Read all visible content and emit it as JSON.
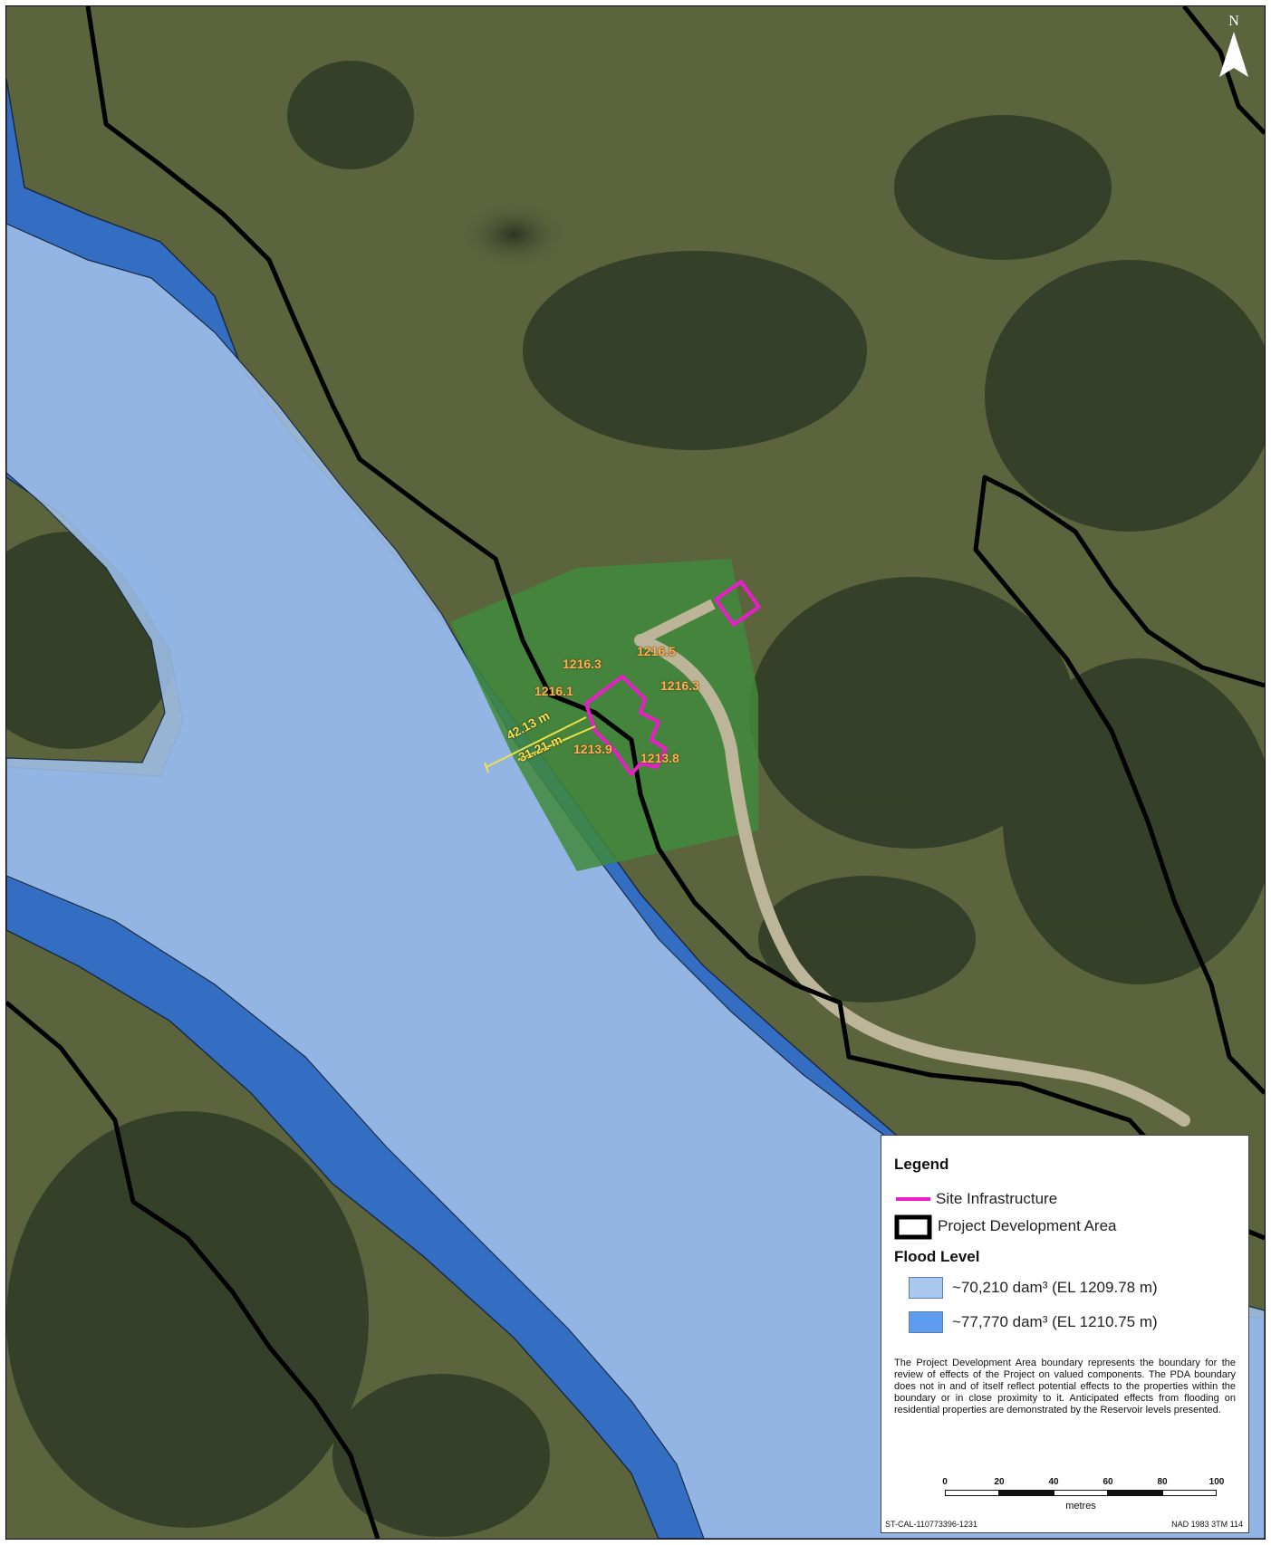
{
  "map": {
    "north_label": "N",
    "elevation_labels": [
      "1216.3",
      "1216.5",
      "1216.1",
      "1216.3",
      "1213.9",
      "1213.8"
    ],
    "distance_labels": [
      "42.13 m",
      "31.21 m"
    ],
    "colors": {
      "flood_light": "#9fbfe8",
      "flood_dark": "#2f6fd0",
      "site_infrastructure": "#e81ec7",
      "pda_boundary": "#000000",
      "elevation_text": "#f3b25b",
      "distance_text": "#f7e64a"
    }
  },
  "legend": {
    "title": "Legend",
    "items": [
      {
        "label": "Site Infrastructure",
        "symbol": "magenta-line"
      },
      {
        "label": "Project Development Area",
        "symbol": "black-outline-box"
      }
    ],
    "flood_title": "Flood Level",
    "flood_items": [
      {
        "label": "~70,210 dam³ (EL 1209.78 m)",
        "color": "#a9c8f0"
      },
      {
        "label": "~77,770 dam³ (EL 1210.75 m)",
        "color": "#5e9cf0"
      }
    ],
    "note": "The Project Development Area boundary represents the boundary for the review of effects of the Project on valued components. The PDA boundary does not in and of itself reflect potential effects to the properties within the boundary or in close proximity to it. Anticipated effects from flooding on residential properties are demonstrated by the Reservoir levels presented.",
    "scale": {
      "ticks": [
        "0",
        "20",
        "40",
        "60",
        "80",
        "100"
      ],
      "units": "metres"
    },
    "code_left": "ST-CAL-110773396-1231",
    "code_right": "NAD 1983 3TM 114"
  }
}
